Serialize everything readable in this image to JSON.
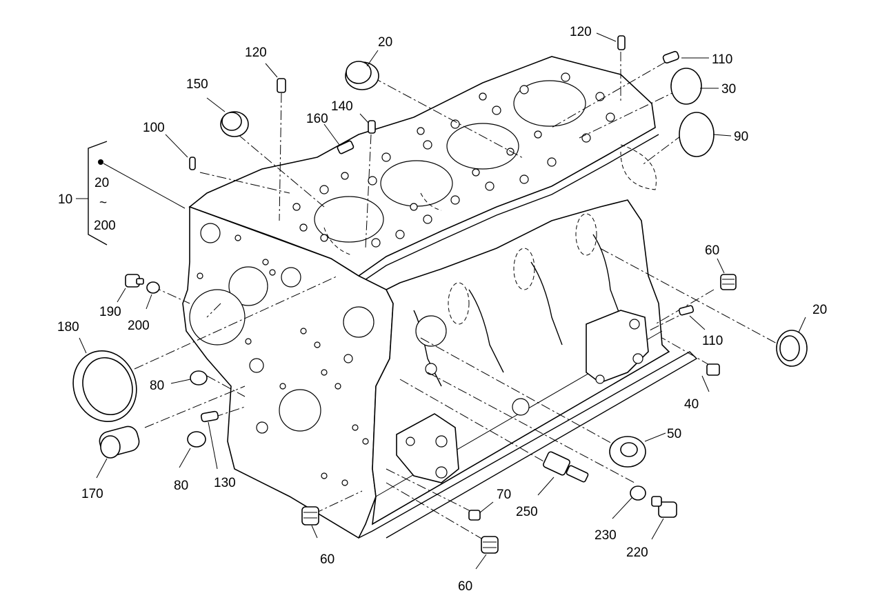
{
  "callouts": {
    "c10": "10",
    "c20_range": "20",
    "c_tilde": "~",
    "c200_range": "200",
    "c100": "100",
    "c150": "150",
    "c120_left": "120",
    "c20_top": "20",
    "c160": "160",
    "c140": "140",
    "c120_right": "120",
    "c110_top": "110",
    "c30": "30",
    "c90": "90",
    "c60_right": "60",
    "c20_right": "20",
    "c110_right": "110",
    "c40": "40",
    "c50": "50",
    "c190": "190",
    "c200": "200",
    "c180": "180",
    "c80_top": "80",
    "c80_bottom": "80",
    "c130": "130",
    "c170": "170",
    "c70": "70",
    "c250": "250",
    "c230": "230",
    "c220": "220",
    "c60_bottom_left": "60",
    "c60_bottom": "60"
  }
}
